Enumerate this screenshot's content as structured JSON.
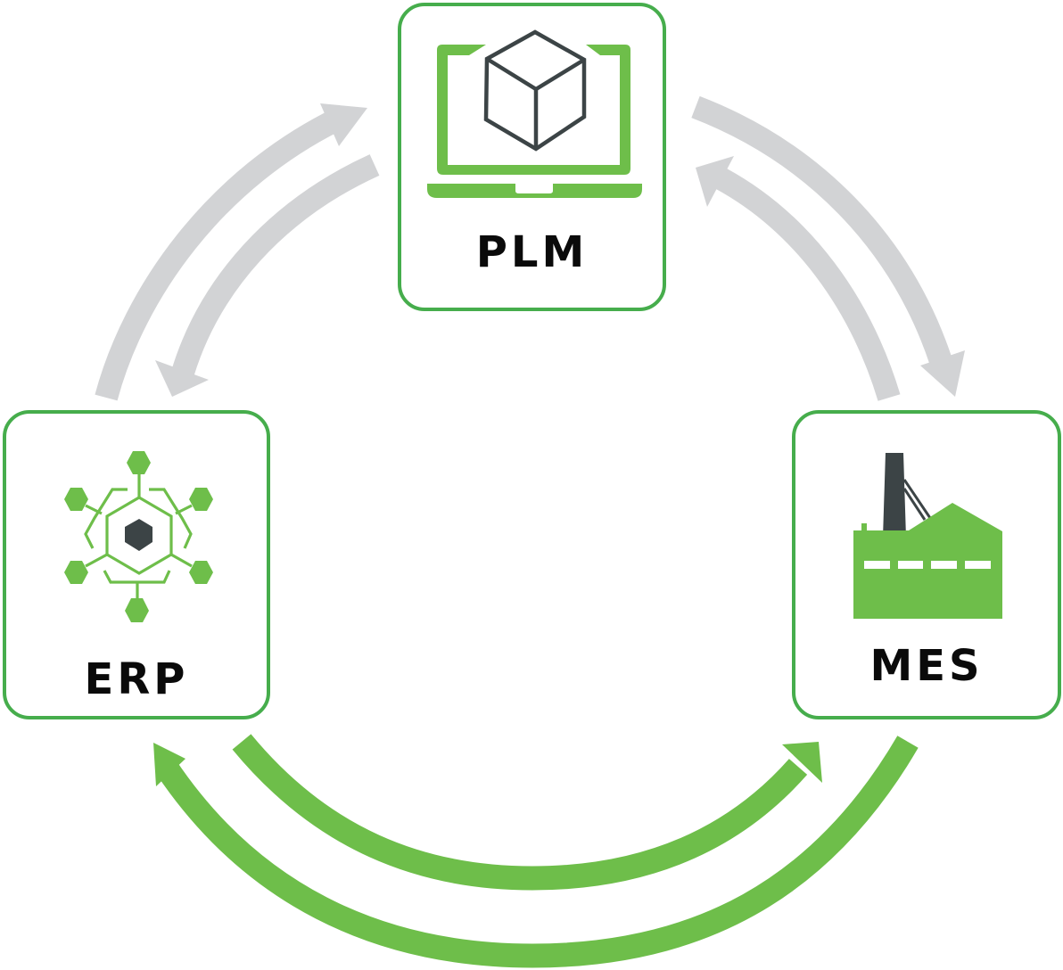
{
  "diagram": {
    "type": "system-integration-cycle",
    "colors": {
      "box_border": "#46ad4c",
      "icon_green": "#6ebe4a",
      "icon_dark": "#3c4446",
      "arrow_gray": "#d2d3d5",
      "arrow_green": "#6ebe4a",
      "label": "#0a0a0a"
    },
    "nodes": [
      {
        "id": "plm",
        "label": "PLM",
        "icon": "laptop-cube-icon"
      },
      {
        "id": "erp",
        "label": "ERP",
        "icon": "hexagon-network-icon"
      },
      {
        "id": "mes",
        "label": "MES",
        "icon": "factory-icon"
      }
    ],
    "edges": [
      {
        "from": "ERP",
        "to": "PLM",
        "color": "gray"
      },
      {
        "from": "PLM",
        "to": "ERP",
        "color": "gray"
      },
      {
        "from": "PLM",
        "to": "MES",
        "color": "gray"
      },
      {
        "from": "MES",
        "to": "PLM",
        "color": "gray"
      },
      {
        "from": "ERP",
        "to": "MES",
        "color": "green"
      },
      {
        "from": "MES",
        "to": "ERP",
        "color": "green"
      }
    ]
  }
}
